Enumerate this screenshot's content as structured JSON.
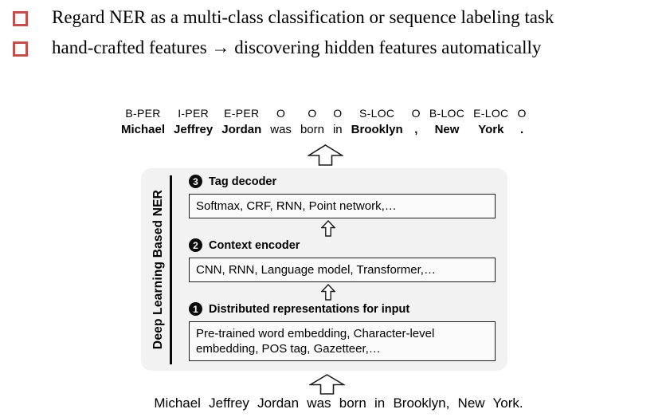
{
  "slide": {
    "bullets": [
      "Regard NER as a multi-class classification or sequence labeling task",
      "hand-crafted features → discovering hidden features automatically"
    ]
  },
  "tagged_sentence": {
    "tokens": [
      {
        "tag": "B-PER",
        "word": "Michael",
        "bold": true
      },
      {
        "tag": "I-PER",
        "word": "Jeffrey",
        "bold": true
      },
      {
        "tag": "E-PER",
        "word": "Jordan",
        "bold": true
      },
      {
        "tag": "O",
        "word": "was",
        "bold": false
      },
      {
        "tag": "O",
        "word": "born",
        "bold": false
      },
      {
        "tag": "O",
        "word": "in",
        "bold": false
      },
      {
        "tag": "S-LOC",
        "word": "Brooklyn",
        "bold": true
      },
      {
        "tag": "O",
        "word": ",",
        "bold": true
      },
      {
        "tag": "B-LOC",
        "word": "New",
        "bold": true
      },
      {
        "tag": "E-LOC",
        "word": "York",
        "bold": true
      },
      {
        "tag": "O",
        "word": ".",
        "bold": true
      }
    ]
  },
  "diagram": {
    "side_label": "Deep Learning Based NER",
    "layers": [
      {
        "number": "3",
        "title": "Tag decoder",
        "methods": "Softmax, CRF, RNN, Point network,…"
      },
      {
        "number": "2",
        "title": "Context encoder",
        "methods": "CNN, RNN, Language model, Transformer,…"
      },
      {
        "number": "1",
        "title": "Distributed representations for input",
        "methods": "Pre-trained word embedding, Character-level embedding, POS tag, Gazetteer,…"
      }
    ]
  },
  "input_sentence": "Michael Jeffrey Jordan was born in Brooklyn, New York.",
  "colors": {
    "bullet_outline": "#c0504d",
    "panel_bg": "#f2f2f2",
    "box_bg": "#fafafa",
    "box_border": "#1f1f1f"
  }
}
